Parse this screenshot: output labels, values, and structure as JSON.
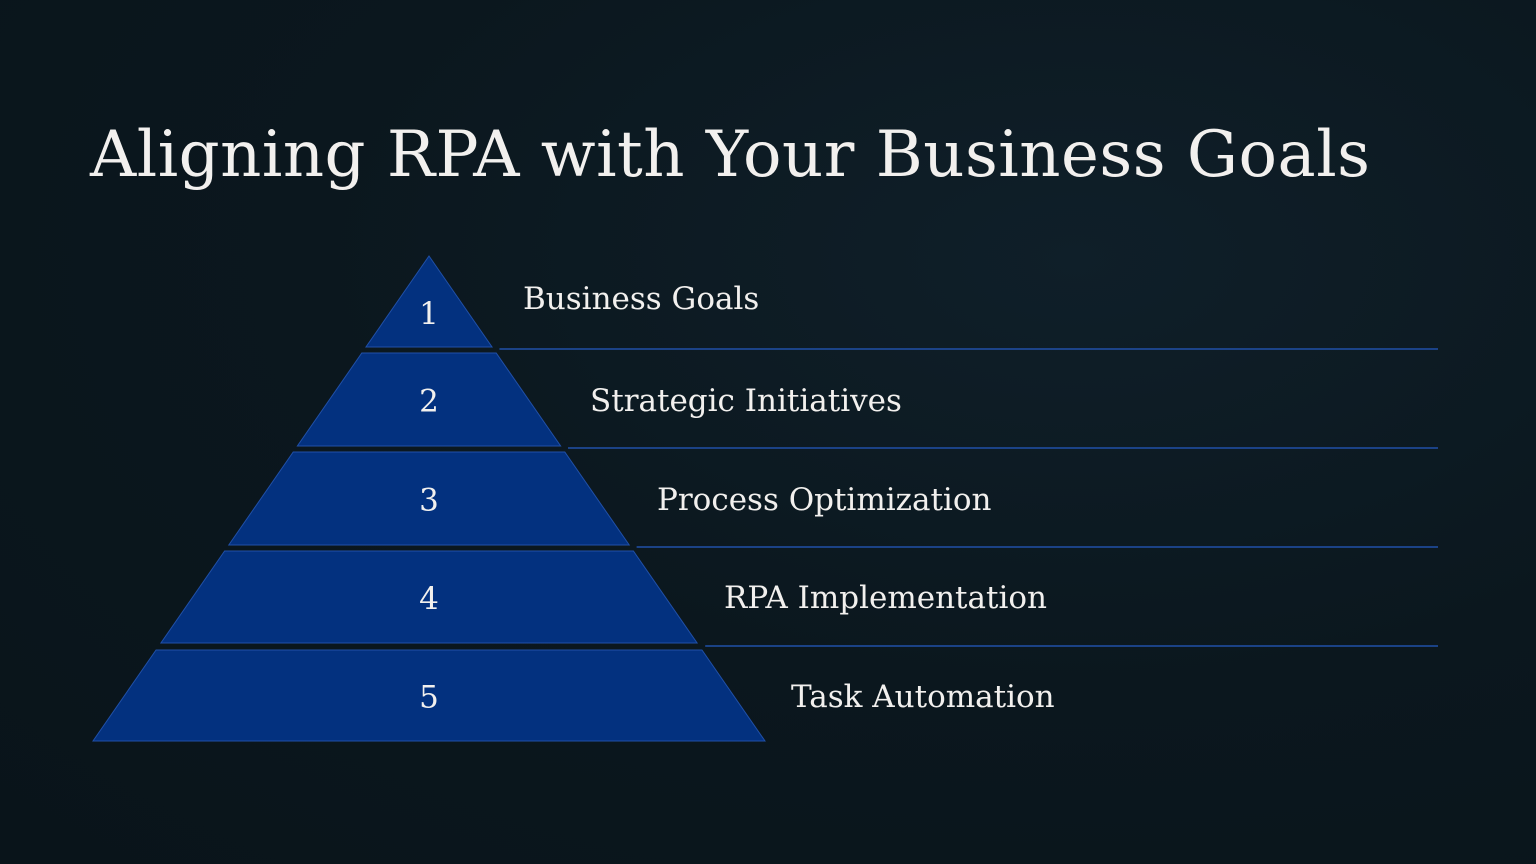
{
  "title": "Aligning RPA with Your Business Goals",
  "pyramid": {
    "fill_color": "#03317f",
    "edge_color": "#2050a8",
    "levels": [
      {
        "number": "1",
        "label": "Business Goals"
      },
      {
        "number": "2",
        "label": "Strategic Initiatives"
      },
      {
        "number": "3",
        "label": "Process Optimization"
      },
      {
        "number": "4",
        "label": "RPA Implementation"
      },
      {
        "number": "5",
        "label": "Task Automation"
      }
    ]
  }
}
